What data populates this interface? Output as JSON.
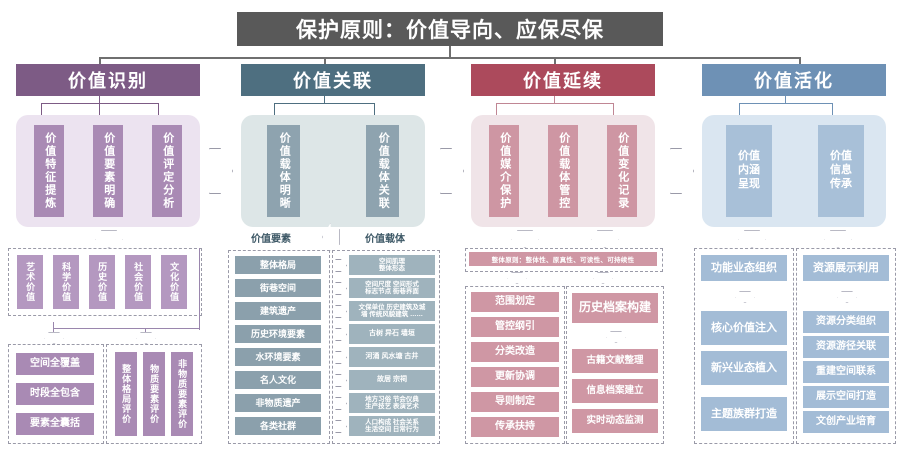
{
  "master": {
    "title": "保护原则：价值导向、应保尽保",
    "color": "#595959"
  },
  "columns": [
    {
      "id": "value-identification",
      "header": "价值识别",
      "header_color": "#7d5b85",
      "stages": [
        "价值特征提炼",
        "价值要素明确",
        "价值评定分析"
      ],
      "group_a": [
        "艺术价值",
        "科学价值",
        "历史价值",
        "社会价值",
        "文化价值"
      ],
      "group_b": [
        "空间全覆盖",
        "时段全包含",
        "要素全囊括"
      ],
      "group_c": [
        "整体格局评价",
        "物质要素评价",
        "非物质要素评价"
      ]
    },
    {
      "id": "value-association",
      "header": "价值关联",
      "header_color": "#4e6f80",
      "stages": [
        "价值载体明晰",
        "价值载体关联"
      ],
      "sublabel_left": "价值要素",
      "sublabel_right": "价值载体",
      "elements": [
        "整体格局",
        "街巷空间",
        "建筑遗产",
        "历史环境要素",
        "水环境要素",
        "名人文化",
        "非物质遗产",
        "各类社群"
      ],
      "carriers": [
        "空间肌理\n整体形态",
        "空间尺度 空间形式\n标志节点 街巷界面",
        "文保单位 历史建筑及城\n墙 传统风貌建筑 ……",
        "古树 异石 墙垣",
        "河涌 风水塘 古井",
        "故居 宗祠",
        "地方习俗 节会仪典\n生产技艺 表演艺术",
        "人口构成 社会关系\n生活空间 日常行为"
      ]
    },
    {
      "id": "value-continuation",
      "header": "价值延续",
      "header_color": "#ac4a5c",
      "stages": [
        "价值媒介保护",
        "价值载体管控",
        "价值变化记录"
      ],
      "principle": "整体原则：整体性、原真性、可读性、可持续性",
      "control_items": [
        "范围划定",
        "管控纲引",
        "分类改造",
        "更新协调",
        "导则制定",
        "传承扶持"
      ],
      "archive_title": "历史档案构建",
      "archive_items": [
        "古籍文献整理",
        "信息档案建立",
        "实时动态监测"
      ]
    },
    {
      "id": "value-activation",
      "header": "价值活化",
      "header_color": "#6e91b5",
      "stages": [
        "价值\n内涵\n呈现",
        "价值\n信息\n传承"
      ],
      "left_title": "功能业态组织",
      "left_items": [
        "核心价值注入",
        "新兴业态植入",
        "主题族群打造"
      ],
      "right_title": "资源展示利用",
      "right_items": [
        "资源分类组织",
        "资源游径关联",
        "重建空间联系",
        "展示空间打造",
        "文创产业培育"
      ]
    }
  ]
}
